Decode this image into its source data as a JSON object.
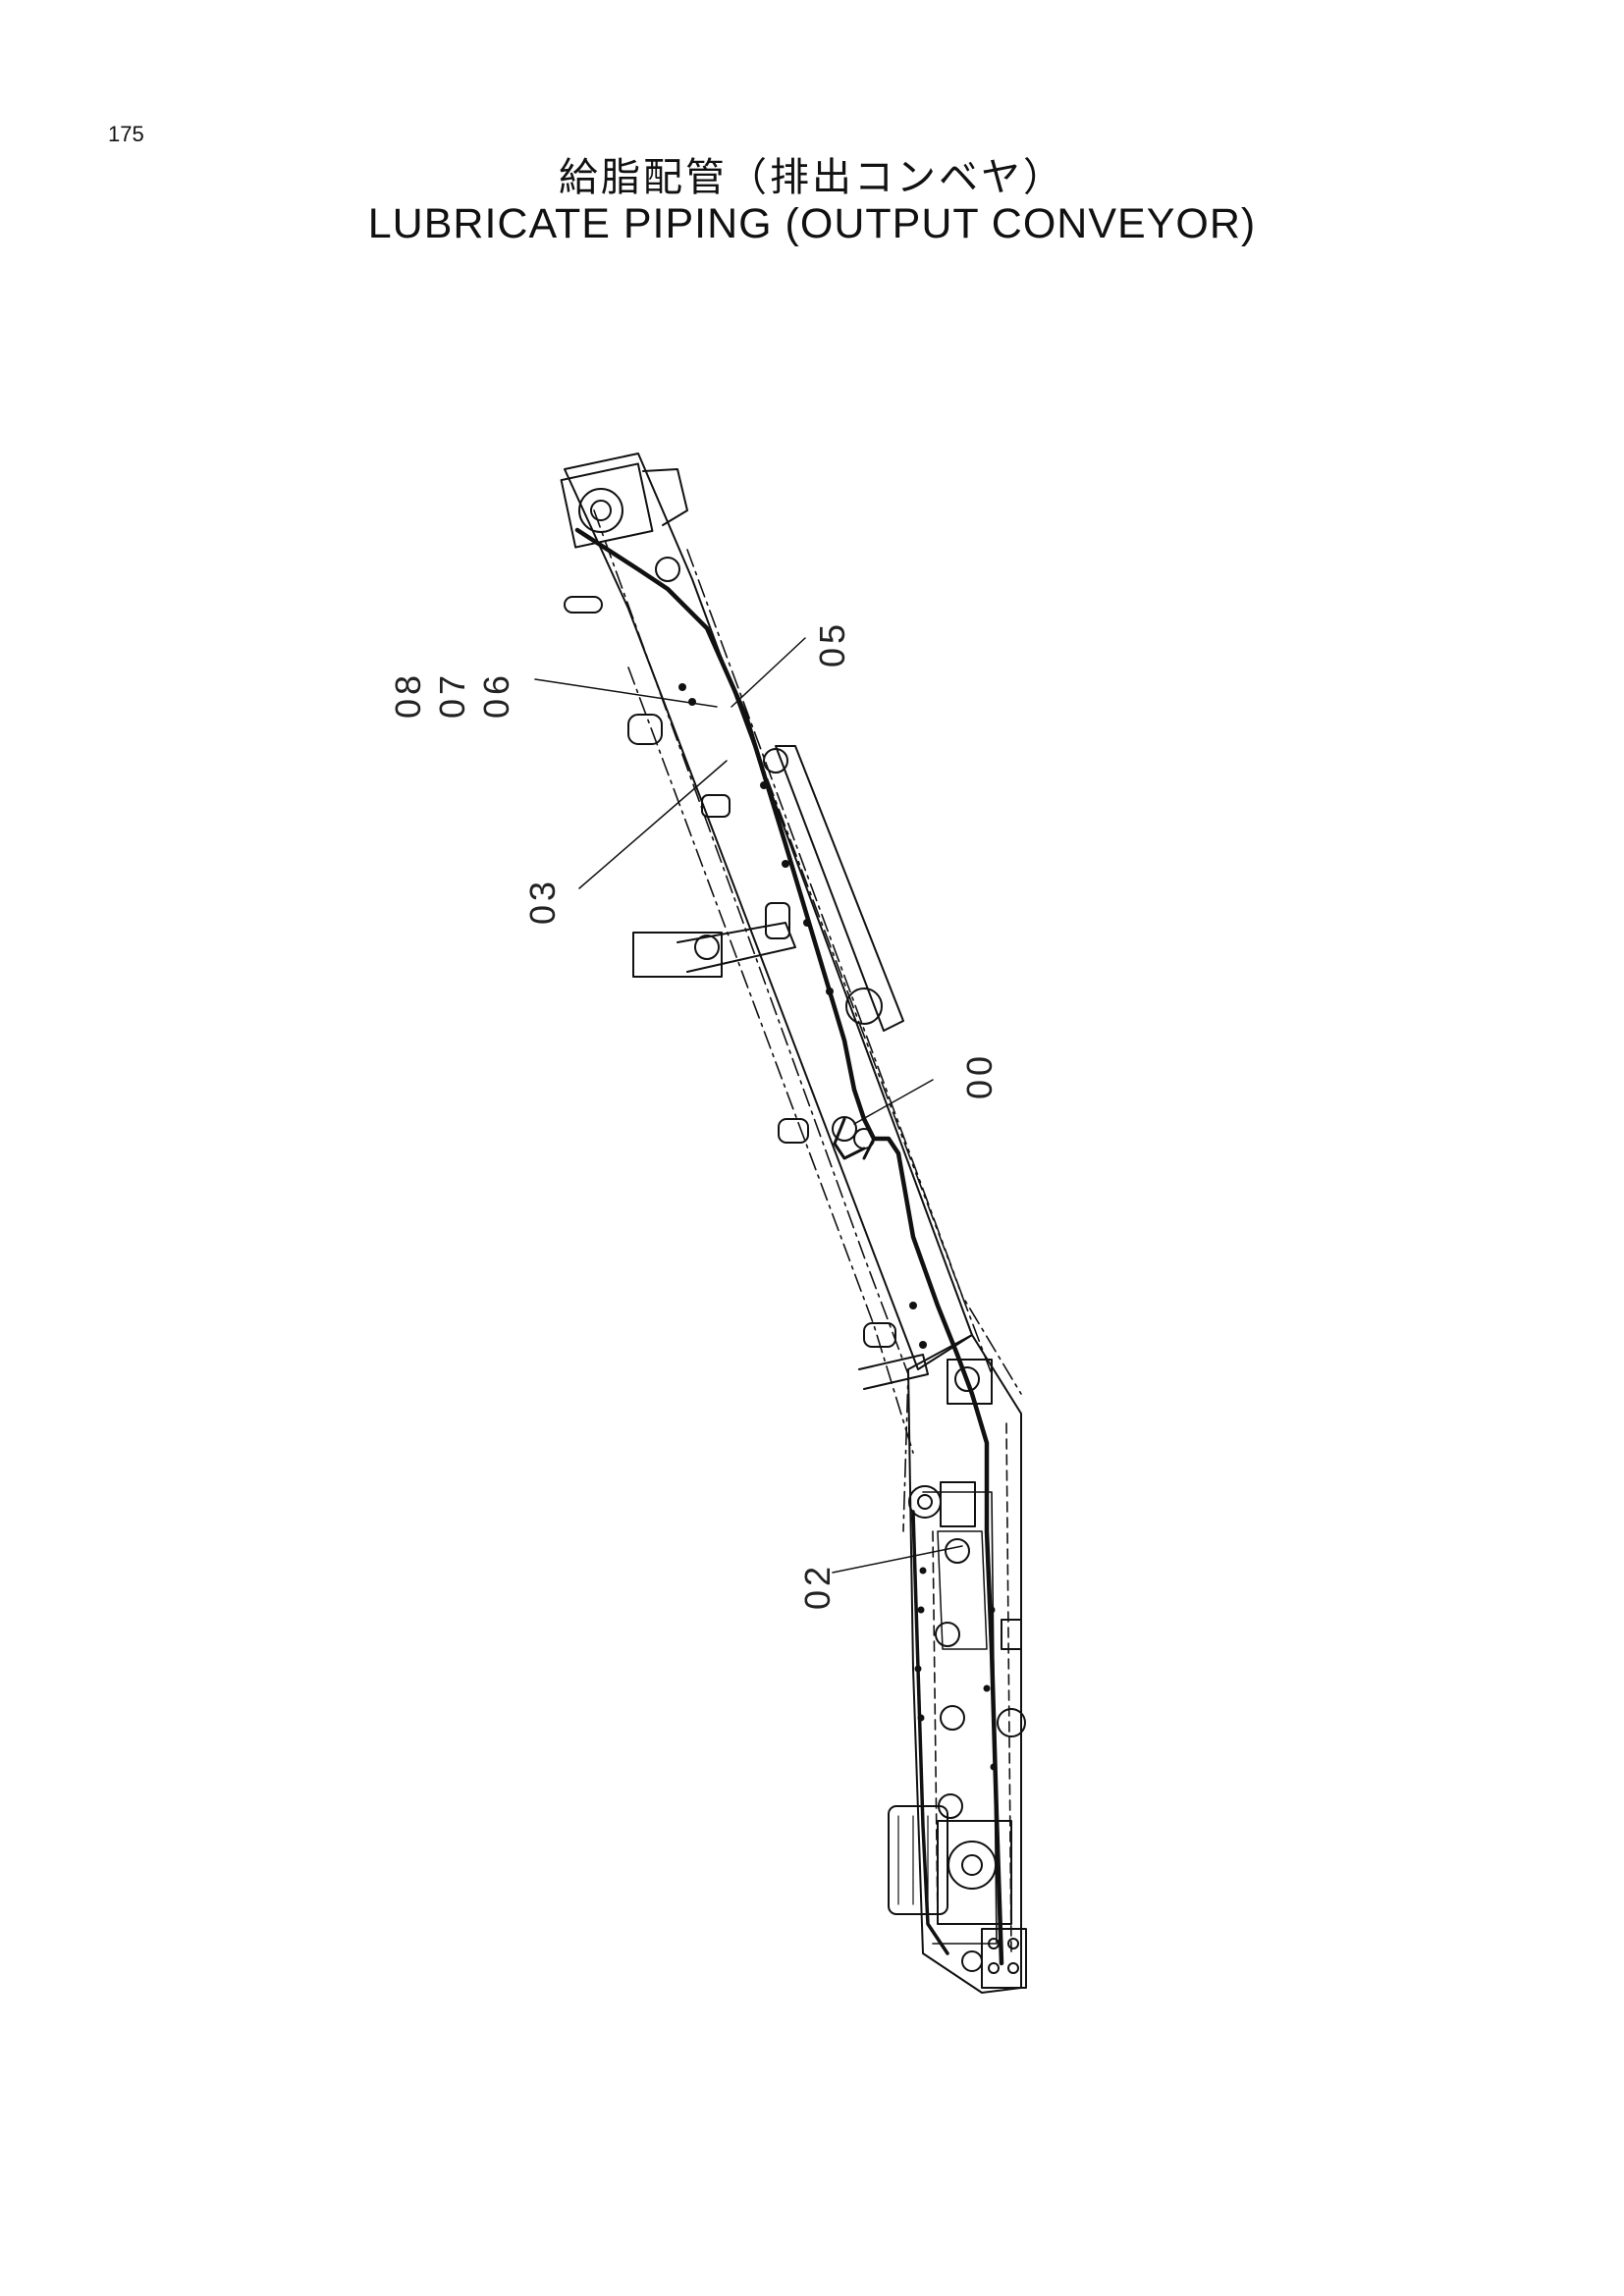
{
  "page_number": "175",
  "title_jp": "給脂配管（排出コンベヤ）",
  "title_en": "LUBRICATE PIPING (OUTPUT CONVEYOR)",
  "callouts": {
    "c08": "08",
    "c07": "07",
    "c06": "06",
    "c05": "05",
    "c03": "03",
    "c00": "00",
    "c02": "02"
  },
  "colors": {
    "ink": "#111111",
    "background": "#ffffff"
  }
}
